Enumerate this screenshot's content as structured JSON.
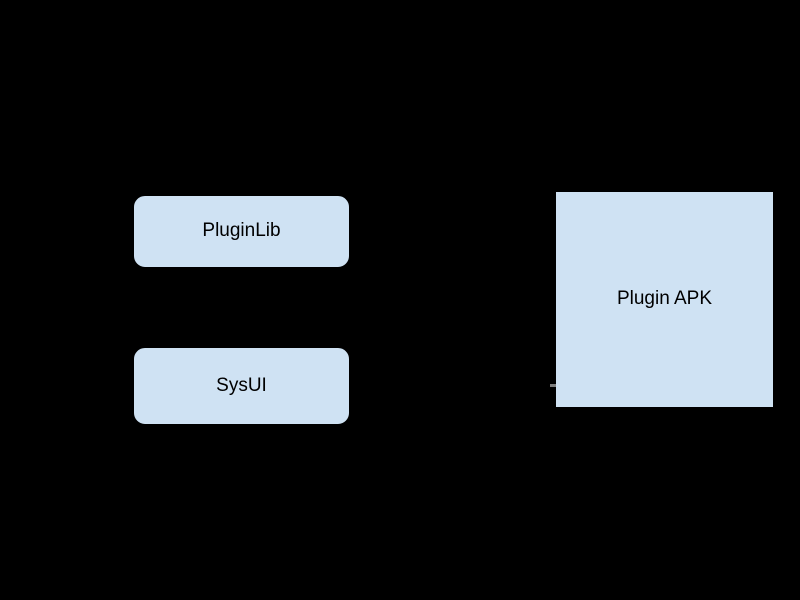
{
  "diagram": {
    "background_color": "#000000",
    "node_fill_color": "#cfe2f3",
    "node_border_color": "#000000",
    "text_color": "#000000",
    "arrow_tip_color": "#7d7d7d",
    "nodes": [
      {
        "id": "pluginlib",
        "label": "PluginLib",
        "shape": "rounded-rectangle"
      },
      {
        "id": "sysui",
        "label": "SysUI",
        "shape": "rounded-rectangle"
      },
      {
        "id": "plugin-apk",
        "label": "Plugin APK",
        "shape": "rectangle"
      }
    ]
  }
}
